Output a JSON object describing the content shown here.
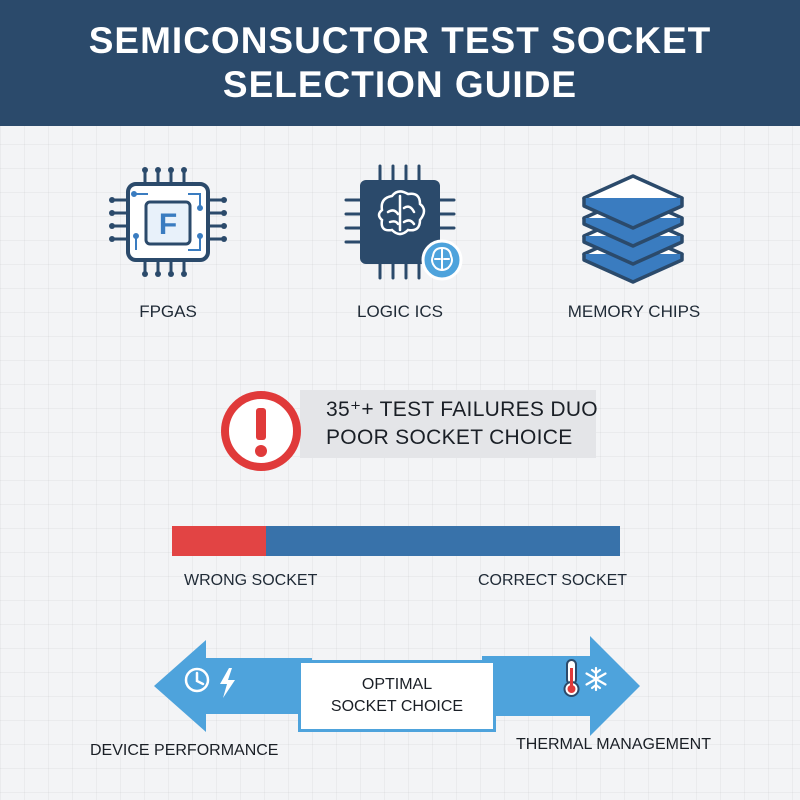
{
  "header": {
    "title_line1": "SEMICONSUCTOR TEST SOCKET",
    "title_line2": "SELECTION GUIDE"
  },
  "categories": [
    {
      "label": "FPGAS",
      "icon": "fpga-chip-icon",
      "chip_letter": "F"
    },
    {
      "label": "LOGIC ICs",
      "icon": "logic-ic-brain-icon"
    },
    {
      "label": "MEMORY CHIPS",
      "icon": "memory-stack-icon"
    }
  ],
  "alert": {
    "icon": "exclamation-icon",
    "line1": "35⁺+ TEST FAILURES DUO",
    "line2": "POOR SOCKET CHOICE"
  },
  "comparison_bar": {
    "wrong_fraction": 0.21,
    "wrong_label": "WRONG SOCKET",
    "correct_label": "CORRECT SOCKET",
    "colors": {
      "wrong": "#e24444",
      "correct": "#3872aa"
    }
  },
  "balance": {
    "center_line1": "OPTIMAL",
    "center_line2": "SOCKET CHOICE",
    "left_label": "DEVICE PERFORMANCE",
    "right_label": "THERMAL MANAGEMENT",
    "left_icons": [
      "clock-icon",
      "lightning-icon"
    ],
    "right_icons": [
      "thermometer-icon",
      "snowflake-icon"
    ],
    "arrow_color": "#4ea3dc"
  },
  "colors": {
    "header_bg": "#2b4a6b",
    "accent_blue": "#3a7cc0",
    "alert_red": "#e03a3a"
  }
}
